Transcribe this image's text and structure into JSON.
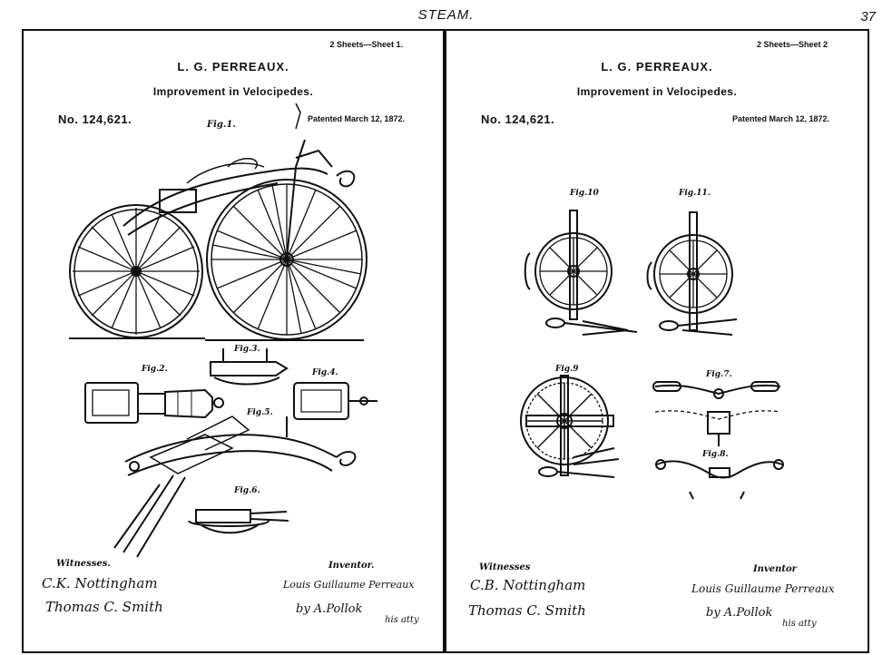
{
  "header": {
    "title": "STEAM.",
    "page_number": "37"
  },
  "left_sheet": {
    "sheet_label": "2 Sheets—Sheet 1.",
    "inventor": "L. G. PERREAUX.",
    "title": "Improvement in Velocipedes.",
    "patent_no": "No. 124,621.",
    "patent_date": "Patented March 12, 1872.",
    "figures": [
      "Fig.1.",
      "Fig.2.",
      "Fig.3.",
      "Fig.4.",
      "Fig.5.",
      "Fig.6."
    ],
    "witnesses_label": "Witnesses.",
    "witness_sigs": [
      "C.K. Nottingham",
      "Thomas C. Smith"
    ],
    "inventor_label": "Inventor.",
    "inventor_sigs": [
      "Louis Guillaume Perreaux",
      "by A.Pollok",
      "his atty"
    ]
  },
  "right_sheet": {
    "sheet_label": "2 Sheets—Sheet 2",
    "inventor": "L. G. PERREAUX.",
    "title": "Improvement in Velocipedes.",
    "patent_no": "No. 124,621.",
    "patent_date": "Patented March 12, 1872.",
    "figures": [
      "Fig.10",
      "Fig.11.",
      "Fig.9",
      "Fig.7.",
      "Fig.8."
    ],
    "witnesses_label": "Witnesses",
    "witness_sigs": [
      "C.B. Nottingham",
      "Thomas C. Smith"
    ],
    "inventor_label": "Inventor",
    "inventor_sigs": [
      "Louis Guillaume Perreaux",
      "by A.Pollok",
      "his atty"
    ]
  }
}
